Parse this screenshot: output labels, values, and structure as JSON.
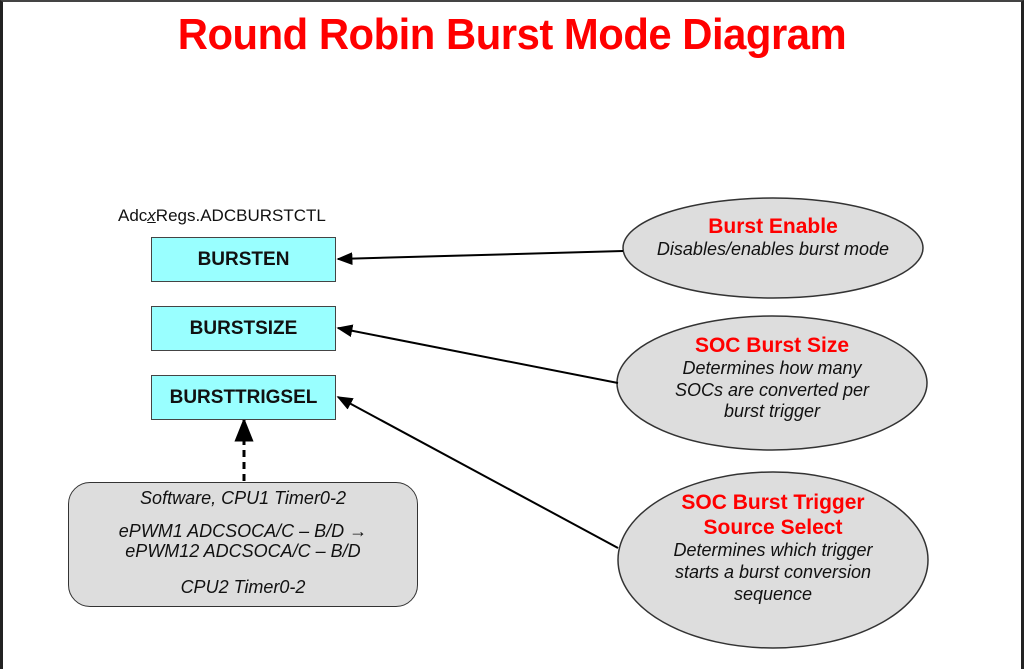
{
  "title": "Round Robin Burst Mode Diagram",
  "register": {
    "prefix": "Adc",
    "var": "x",
    "suffix": "Regs.ADCBURSTCTL"
  },
  "fields": [
    {
      "name": "BURSTEN"
    },
    {
      "name": "BURSTSIZE"
    },
    {
      "name": "BURSTTRIGSEL"
    }
  ],
  "trigger_sources": {
    "line1": "Software, CPU1 Timer0-2",
    "line2": "ePWM1 ADCSOCA/C – B/D →",
    "line3": "ePWM12 ADCSOCA/C – B/D",
    "line4": "CPU2 Timer0-2"
  },
  "callouts": [
    {
      "title": "Burst Enable",
      "desc": [
        "Disables/enables burst mode"
      ]
    },
    {
      "title": "SOC Burst Size",
      "desc": [
        "Determines how many",
        "SOCs are converted per",
        "burst trigger"
      ]
    },
    {
      "title_lines": [
        "SOC Burst Trigger",
        "Source Select"
      ],
      "desc": [
        "Determines which trigger",
        "starts a burst conversion",
        "sequence"
      ]
    }
  ],
  "colors": {
    "title": "#ff0000",
    "register_fill": "#99ffff",
    "callout_fill": "#dddddd"
  }
}
